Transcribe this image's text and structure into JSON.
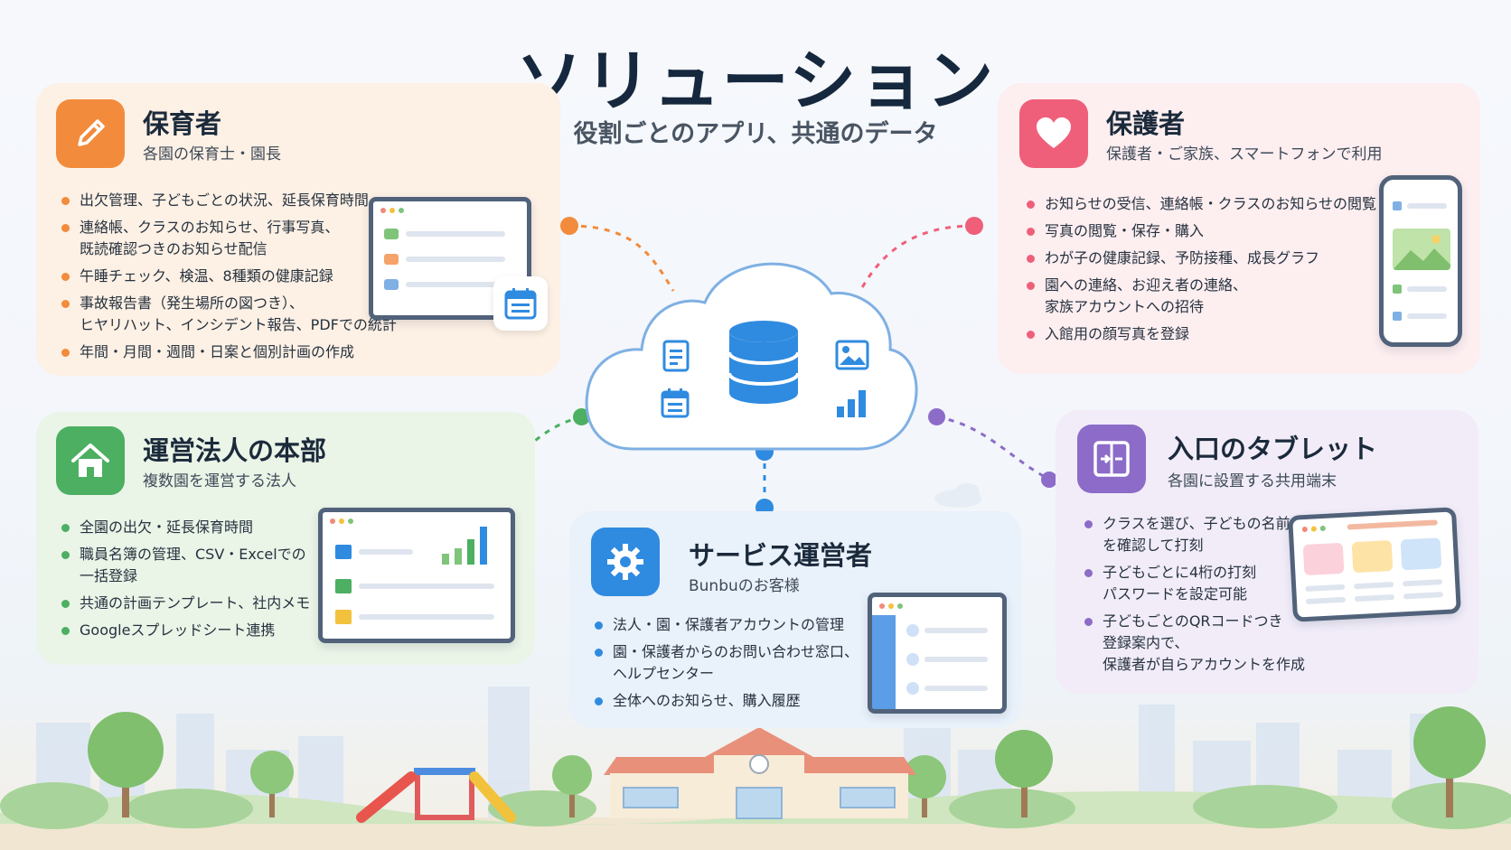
{
  "title": "ソリューション",
  "subtitle": "役割ごとのアプリ、共通のデータ",
  "colors": {
    "orange": "#f28b3c",
    "pink": "#ef5f7a",
    "green": "#4caf62",
    "blue": "#2f8be0",
    "purple": "#8c6cc8",
    "navy": "#16283d"
  },
  "cards": {
    "hoikusha": {
      "icon": "pencil-icon",
      "title": "保育者",
      "subtitle": "各園の保育士・園長",
      "items": [
        [
          "出欠管理、子どもごとの状況、延長保育時間"
        ],
        [
          "連絡帳、クラスのお知らせ、行事写真、",
          "既読確認つきのお知らせ配信"
        ],
        [
          "午睡チェック、検温、8種類の健康記録"
        ],
        [
          "事故報告書（発生場所の図つき）、",
          "ヒヤリハット、インシデント報告、PDFでの統計"
        ],
        [
          "年間・月間・週間・日案と個別計画の作成"
        ]
      ]
    },
    "hogosha": {
      "icon": "heart-icon",
      "title": "保護者",
      "subtitle": "保護者・ご家族、スマートフォンで利用",
      "items": [
        [
          "お知らせの受信、連絡帳・クラスのお知らせの閲覧"
        ],
        [
          "写真の閲覧・保存・購入"
        ],
        [
          "わが子の健康記録、予防接種、成長グラフ"
        ],
        [
          "園への連絡、お迎え者の連絡、",
          "家族アカウントへの招待"
        ],
        [
          "入館用の顔写真を登録"
        ]
      ]
    },
    "honbu": {
      "icon": "house-icon",
      "title": "運営法人の本部",
      "subtitle": "複数園を運営する法人",
      "items": [
        [
          "全園の出欠・延長保育時間"
        ],
        [
          "職員名簿の管理、CSV・Excelでの",
          "一括登録"
        ],
        [
          "共通の計画テンプレート、社内メモ"
        ],
        [
          "Googleスプレッドシート連携"
        ]
      ]
    },
    "service": {
      "icon": "gear-icon",
      "title": "サービス運営者",
      "subtitle": "Bunbuのお客様",
      "items": [
        [
          "法人・園・保護者アカウントの管理"
        ],
        [
          "園・保護者からのお問い合わせ窓口、",
          "ヘルプセンター"
        ],
        [
          "全体へのお知らせ、購入履歴"
        ]
      ]
    },
    "tablet": {
      "icon": "entrance-icon",
      "title": "入口のタブレット",
      "subtitle": "各園に設置する共用端末",
      "items": [
        [
          "クラスを選び、子どもの名前",
          "を確認して打刻"
        ],
        [
          "子どもごとに4桁の打刻",
          "パスワードを設定可能"
        ],
        [
          "子どもごとのQRコードつき",
          "登録案内で、",
          "保護者が自らアカウントを作成"
        ]
      ]
    }
  },
  "cloud": {
    "icons": [
      "document-icon",
      "database-icon",
      "image-icon",
      "calendar-icon",
      "bar-chart-icon"
    ]
  }
}
